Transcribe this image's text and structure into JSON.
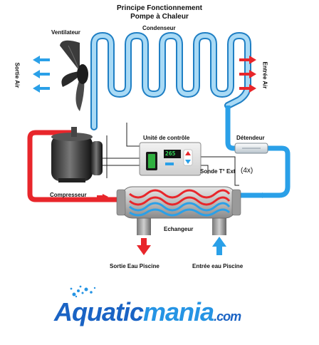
{
  "title": {
    "line1": "Principe Fonctionnement",
    "line2": "Pompe à Chaleur"
  },
  "labels": {
    "ventilateur": "Ventilateur",
    "condenseur": "Condenseur",
    "sortie_air": "Sortie Air",
    "entree_air": "Entrée Air",
    "unite_controle": "Unité de contrôle",
    "detendeur": "Détendeur",
    "sonde": "Sonde T° Ext",
    "sonde_count": "(4x)",
    "compresseur": "Compresseur",
    "echangeur": "Echangeur",
    "sortie_eau": "Sortie Eau Piscine",
    "entree_eau": "Entrée eau Piscine",
    "display_value": "265"
  },
  "brand": {
    "part1": "Aquatic",
    "part2": "mania",
    "suffix": ".com"
  },
  "colors": {
    "hot": "#e8262b",
    "cold": "#2aa0e8",
    "condenser": "#8ecdf0",
    "brand_dark": "#1a63c4",
    "brand_light": "#2594e4"
  }
}
